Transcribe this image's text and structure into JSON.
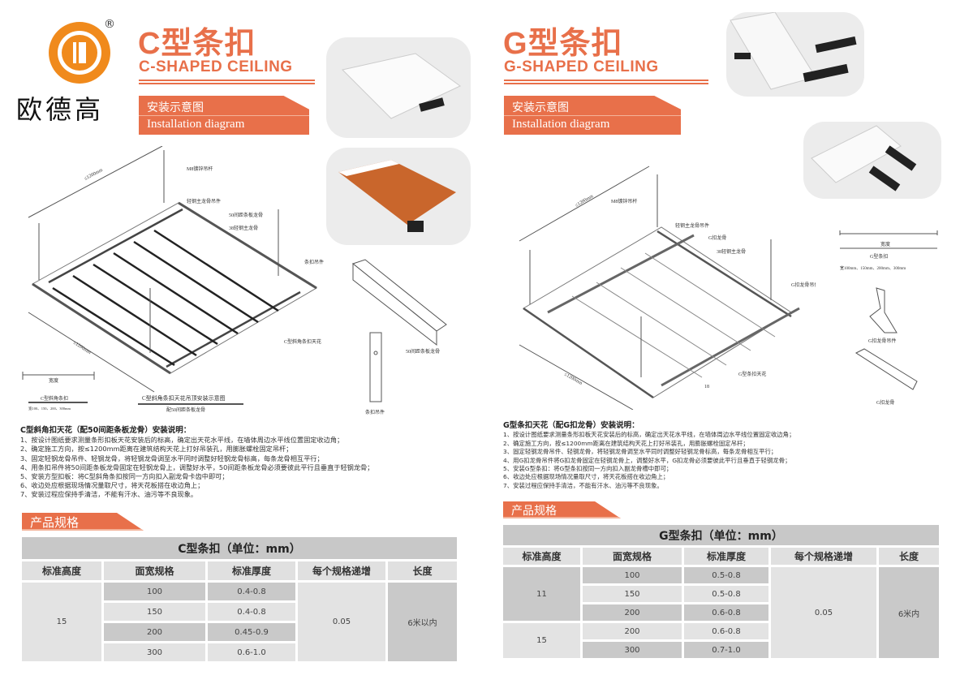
{
  "brand": {
    "name": "欧德高",
    "registered": "®",
    "logo_color": "#f08a1c"
  },
  "accent": "#e8704a",
  "left": {
    "title": "C型条扣",
    "subtitle": "C-SHAPED CEILING",
    "banner_cn": "安装示意图",
    "banner_en": "Installation diagram",
    "diagram": {
      "dim_top": "≤1200mm",
      "dim_bottom": "≤1200mm",
      "labels": [
        "M8镀锌吊杆",
        "轻钢主龙骨吊件",
        "50间距条板龙骨",
        "38轻钢主龙骨",
        "条扣吊件",
        "C型斜角条扣天花"
      ],
      "width_label": "宽度",
      "profile_name": "C型斜角条扣",
      "profile_sizes": "宽100、150、200、300mm",
      "caption1": "C型斜角条扣天花吊顶安装示意图",
      "caption2": "配50间距条板龙骨",
      "part1": "50间距条板龙骨",
      "part2": "条扣吊件"
    },
    "instructions": {
      "heading": "C型斜角扣天花（配50间距条板龙骨）安装说明：",
      "items": [
        "1、按设计图纸要求测量条形扣板天花安装后的标高，确定出天花水平线，在墙体周边水平线位置固定收边角；",
        "2、确定施工方向，按≤1200mm距离在建筑结构天花上打好吊装孔，用膨胀螺栓固定吊杆；",
        "3、固定轻钢龙骨吊件、轻钢龙骨，将轻钢龙骨调至水平同时调整好轻钢龙骨标高，每条龙骨相互平行；",
        "4、用条扣吊件将50间距条板龙骨固定在轻钢龙骨上，调整好水平，50间距条板龙骨必须要彼此平行且垂直于轻钢龙骨；",
        "5、安装方型扣板：将C型斜角条扣按同一方向扣入副龙骨卡齿中即可；",
        "6、收边处应根据现场情况量取尺寸，将天花板搭在收边角上；",
        "7、安装过程应保持手清洁，不能有汗水、油污等不良现象。"
      ]
    },
    "spec_banner": "产品规格",
    "table": {
      "title": "C型条扣（单位：mm）",
      "headers": [
        "标准高度",
        "面宽规格",
        "标准厚度",
        "每个规格递增",
        "长度"
      ],
      "height": "15",
      "increment": "0.05",
      "length": "6米以内",
      "rows": [
        [
          "100",
          "0.4-0.8"
        ],
        [
          "150",
          "0.4-0.8"
        ],
        [
          "200",
          "0.45-0.9"
        ],
        [
          "300",
          "0.6-1.0"
        ]
      ]
    }
  },
  "right": {
    "title": "G型条扣",
    "subtitle": "G-SHAPED CEILING",
    "banner_cn": "安装示意图",
    "banner_en": "Installation diagram",
    "diagram": {
      "dim_top": "≤1200mm",
      "dim_bottom": "≤1200mm",
      "labels": [
        "M8镀锌吊杆",
        "轻钢主龙骨吊件",
        "G扣龙骨",
        "38轻钢主龙骨",
        "G扣龙骨吊件",
        "G型条扣天花"
      ],
      "gap": "18",
      "width_label": "宽度",
      "profile_name": "G型条扣",
      "profile_sizes": "宽100mm、150mm、200mm、300mm",
      "part1": "G扣龙骨吊件",
      "part2": "G扣龙骨"
    },
    "instructions": {
      "heading": "G型条扣天花（配G扣龙骨）安装说明：",
      "items": [
        "1、按设计图纸要求测量条形扣板天花安装后的标高，确定出天花水平线，在墙体周边水平线位置固定收边角；",
        "2、确定施工方向，按≤1200mm距离在建筑结构天花上打好吊装孔，用膨胀螺栓固定吊杆；",
        "3、固定轻钢龙骨吊件、轻钢龙骨，将轻钢龙骨调至水平同时调整好轻钢龙骨标高，每条龙骨相互平行；",
        "4、用G扣龙骨吊件将G扣龙骨固定在轻钢龙骨上，调整好水平，G扣龙骨必须要彼此平行且垂直于轻钢龙骨；",
        "5、安装G型条扣：将G型条扣按同一方向扣入副龙骨槽中即可；",
        "6、收边处应根据现场情况量取尺寸，将天花板搭在收边角上；",
        "7、安装过程应保持手清洁，不能有汗水、油污等不良现象。"
      ]
    },
    "spec_banner": "产品规格",
    "table": {
      "title": "G型条扣（单位：mm）",
      "headers": [
        "标准高度",
        "面宽规格",
        "标准厚度",
        "每个规格递增",
        "长度"
      ],
      "heights": [
        "11",
        "15"
      ],
      "increment": "0.05",
      "length": "6米内",
      "rows": [
        [
          "100",
          "0.5-0.8"
        ],
        [
          "150",
          "0.5-0.8"
        ],
        [
          "200",
          "0.6-0.8"
        ],
        [
          "200",
          "0.6-0.8"
        ],
        [
          "300",
          "0.7-1.0"
        ]
      ]
    }
  }
}
